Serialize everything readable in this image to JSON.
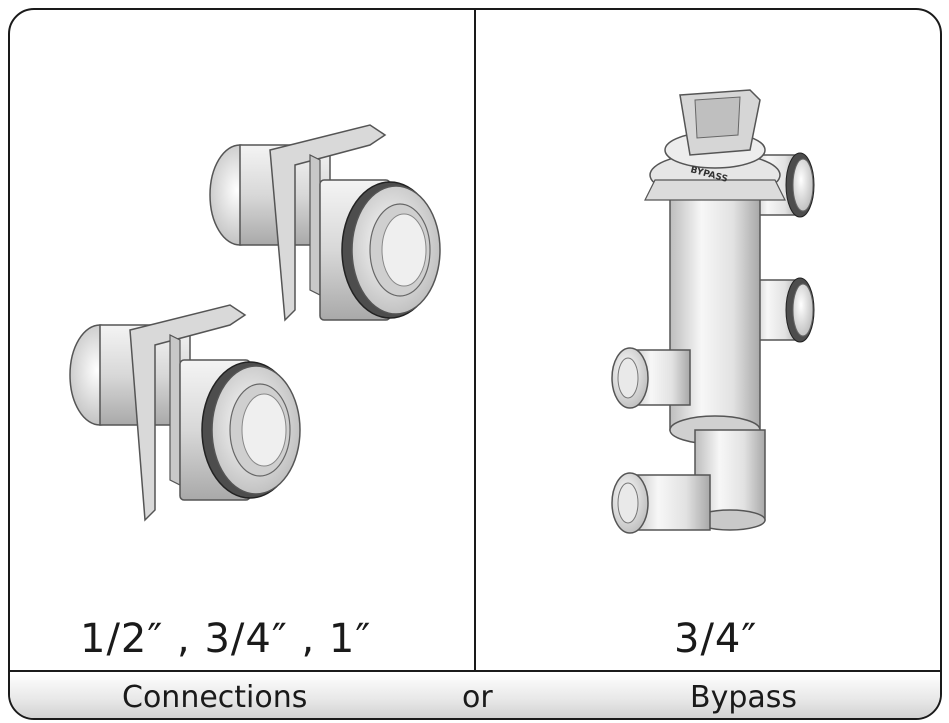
{
  "left_panel": {
    "caption": "1/2″ , 3/4″ , 1″",
    "image": "connection-fittings-pair"
  },
  "right_panel": {
    "caption": "3/4″",
    "image": "bypass-valve",
    "valve_label": "BYPASS"
  },
  "footer": {
    "left": "Connections",
    "middle": "or",
    "right": "Bypass"
  }
}
